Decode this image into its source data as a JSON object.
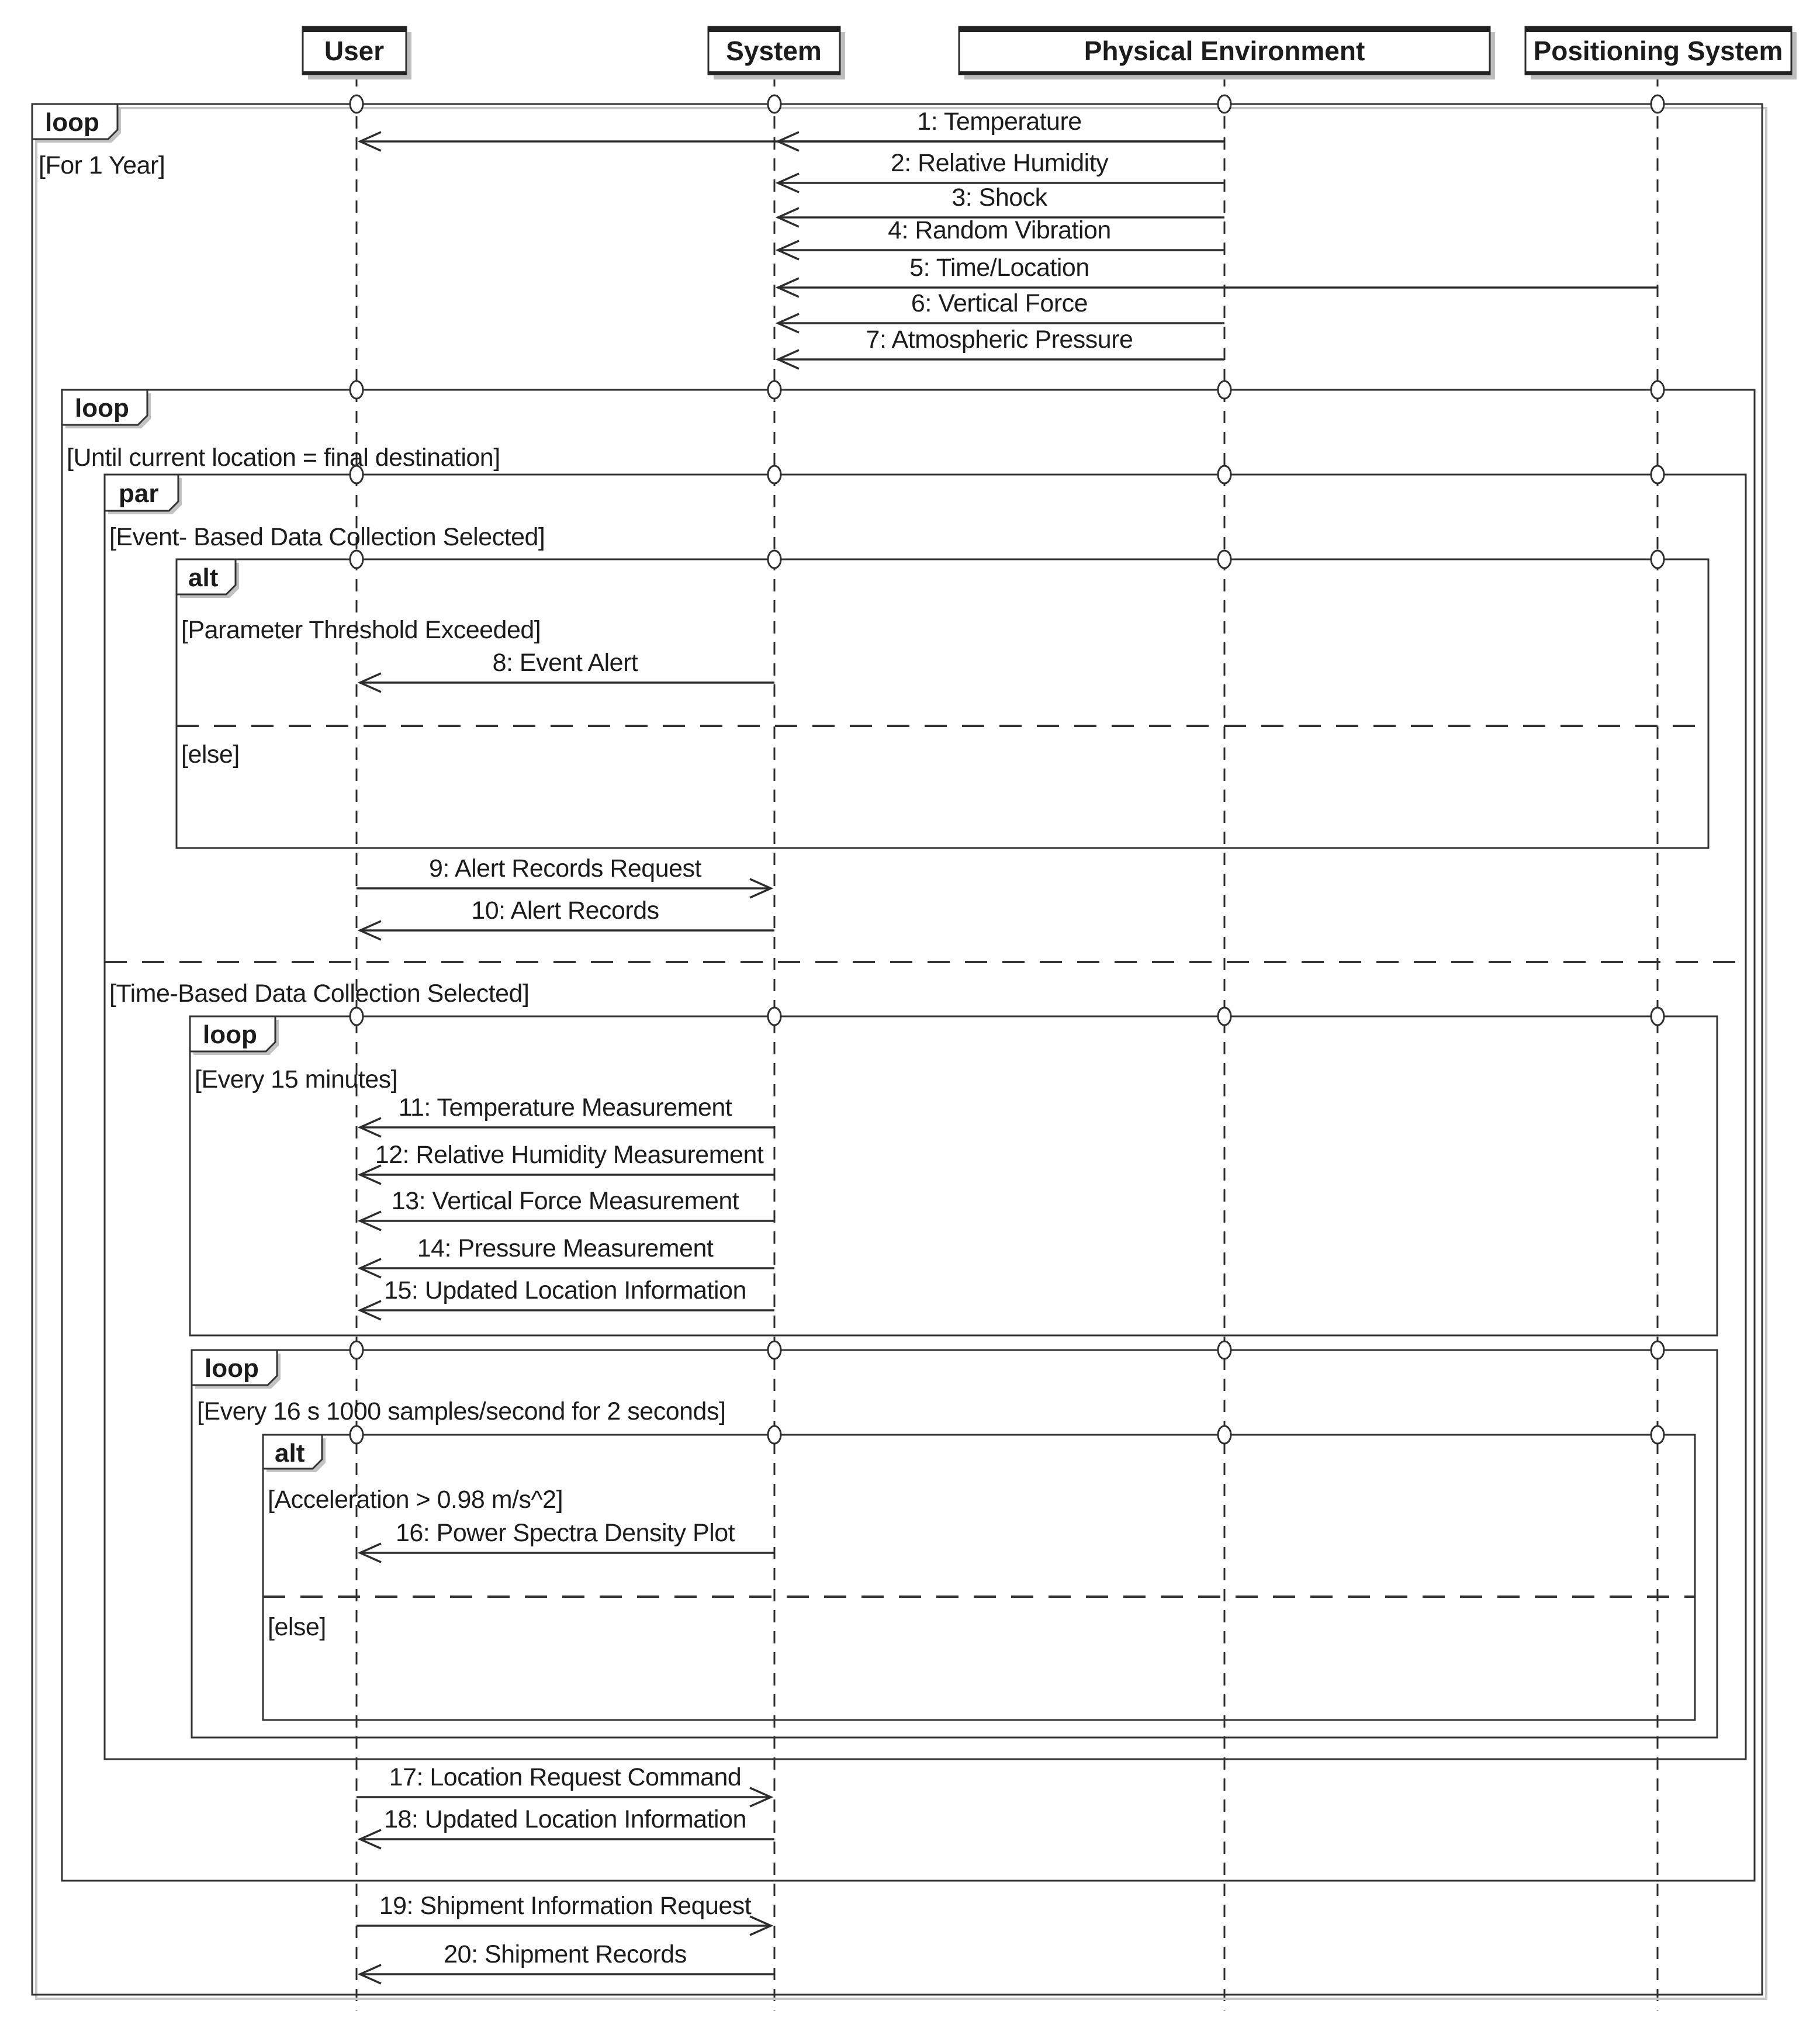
{
  "diagram": {
    "actors": [
      {
        "name": "User"
      },
      {
        "name": "System"
      },
      {
        "name": "Physical Environment"
      },
      {
        "name": "Positioning System"
      }
    ],
    "fragments": {
      "outer_loop": {
        "operator": "loop",
        "guard": "[For 1 Year]"
      },
      "journey_loop": {
        "operator": "loop",
        "guard": "[Until current location = final destination]"
      },
      "par": {
        "operator": "par",
        "guard_event": "[Event- Based Data Collection Selected]",
        "guard_time": "[Time-Based Data Collection Selected]"
      },
      "alert_alt": {
        "operator": "alt",
        "guard_main": "[Parameter Threshold Exceeded]",
        "guard_else": "[else]"
      },
      "interval_loop": {
        "operator": "loop",
        "guard": "[Every 15 minutes]"
      },
      "vibration_loop": {
        "operator": "loop",
        "guard": "[Every 16 s 1000 samples/second for 2 seconds]"
      },
      "acceleration_alt": {
        "operator": "alt",
        "guard_main": "[Acceleration > 0.98 m/s^2]",
        "guard_else": "[else]"
      }
    },
    "messages": [
      {
        "label": "1: Temperature",
        "from": "Physical Environment",
        "to": "System"
      },
      {
        "label": "2: Relative Humidity",
        "from": "Physical Environment",
        "to": "System"
      },
      {
        "label": "3: Shock",
        "from": "Physical Environment",
        "to": "System"
      },
      {
        "label": "4: Random Vibration",
        "from": "Physical Environment",
        "to": "System"
      },
      {
        "label": "5: Time/Location",
        "from": "Positioning System",
        "to": "System"
      },
      {
        "label": "6: Vertical Force",
        "from": "Physical Environment",
        "to": "System"
      },
      {
        "label": "7: Atmospheric Pressure",
        "from": "Physical Environment",
        "to": "System"
      },
      {
        "label": "8: Event Alert",
        "from": "System",
        "to": "User"
      },
      {
        "label": "9: Alert Records Request",
        "from": "User",
        "to": "System"
      },
      {
        "label": "10: Alert Records",
        "from": "System",
        "to": "User"
      },
      {
        "label": "11: Temperature Measurement",
        "from": "System",
        "to": "User"
      },
      {
        "label": "12: Relative Humidity Measurement",
        "from": "System",
        "to": "User"
      },
      {
        "label": "13: Vertical Force Measurement",
        "from": "System",
        "to": "User"
      },
      {
        "label": "14: Pressure Measurement",
        "from": "System",
        "to": "User"
      },
      {
        "label": "15: Updated Location Information",
        "from": "System",
        "to": "User"
      },
      {
        "label": "16: Power Spectra Density Plot",
        "from": "System",
        "to": "User"
      },
      {
        "label": "17: Location Request Command",
        "from": "User",
        "to": "System"
      },
      {
        "label": "18: Updated Location Information",
        "from": "System",
        "to": "User"
      },
      {
        "label": "19: Shipment Information Request",
        "from": "User",
        "to": "System"
      },
      {
        "label": "20: Shipment Records",
        "from": "System",
        "to": "User"
      }
    ],
    "colors": {
      "line": "#2d2d2d",
      "background": "#ffffff",
      "shadow": "#bdbdbd"
    }
  }
}
